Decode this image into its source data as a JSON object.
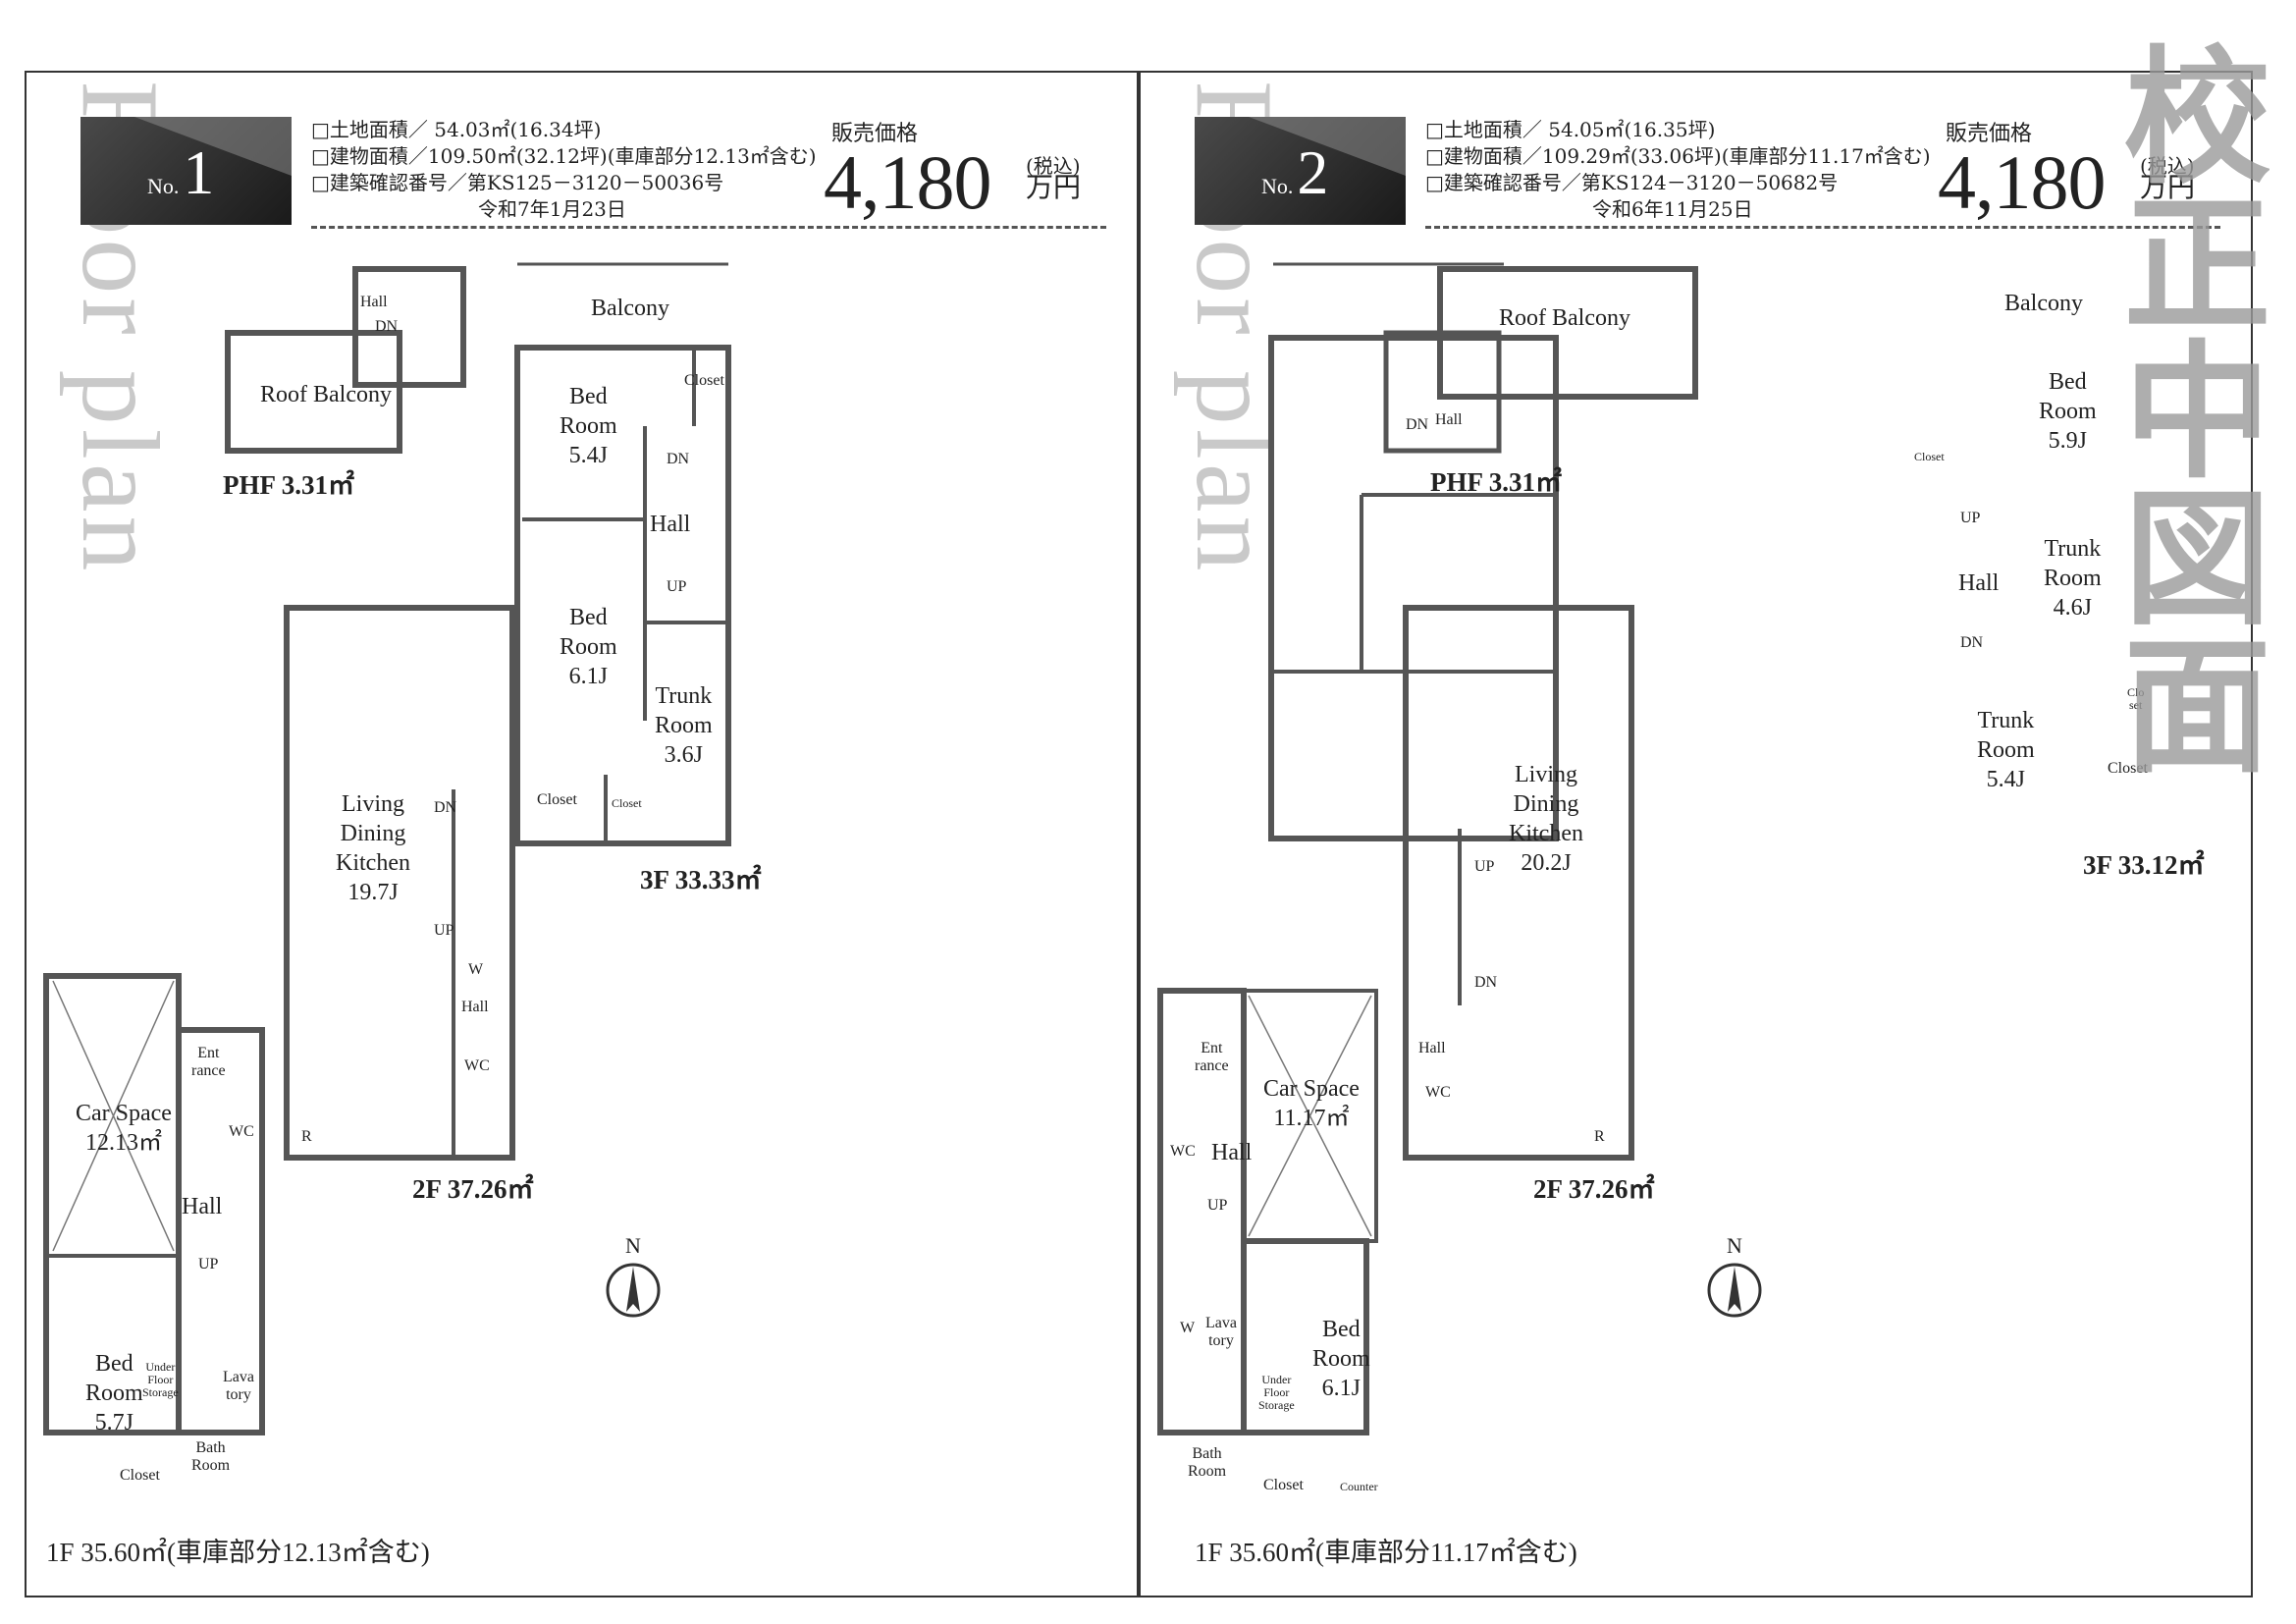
{
  "panels": [
    {
      "watermark": "Floor plan",
      "no_prefix": "No.",
      "no": "1",
      "land_area": "□土地面積／ 54.03㎡(16.34坪)",
      "building_area": "□建物面積／109.50㎡(32.12坪)(車庫部分12.13㎡含む)",
      "permit": "□建築確認番号／第KS125－3120－50036号",
      "permit_date": "令和7年1月23日",
      "price_label": "販売価格",
      "price": "4,180",
      "tax": "(税込)",
      "unit": "万円",
      "rooms": {
        "roof_balcony": "Roof Balcony",
        "hall_phf": "Hall",
        "dn_phf": "DN",
        "phf": "PHF 3.31㎡",
        "balcony": "Balcony",
        "closet_3f_top": "Closet",
        "bed1": "Bed\nRoom\n5.4J",
        "bed2": "Bed\nRoom\n6.1J",
        "dn_3f": "DN",
        "hall_3f": "Hall",
        "up_3f": "UP",
        "trunk": "Trunk\nRoom\n3.6J",
        "closet_3f": "Closet",
        "closet_3f_small": "Closet",
        "area_3f": "3F 33.33㎡",
        "ldk": "Living\nDining\nKitchen\n19.7J",
        "dn_2f": "DN",
        "up_2f": "UP",
        "w_2f": "W",
        "hall_2f": "Hall",
        "wc_2f": "WC",
        "r_2f": "R",
        "area_2f": "2F 37.26㎡",
        "car": "Car Space\n12.13㎡",
        "entrance": "Ent\nrance",
        "wc_1f": "WC",
        "hall_1f": "Hall",
        "up_1f": "UP",
        "bed_1f": "Bed\nRoom\n5.7J",
        "under_floor": "Under\nFloor\nStorage",
        "lava": "Lava\ntory",
        "bath": "Bath\nRoom",
        "closet_1f": "Closet",
        "area_1f": "1F 35.60㎡(車庫部分12.13㎡含む)"
      },
      "north": "N"
    },
    {
      "watermark": "Floor plan",
      "no_prefix": "No.",
      "no": "2",
      "land_area": "□土地面積／ 54.05㎡(16.35坪)",
      "building_area": "□建物面積／109.29㎡(33.06坪)(車庫部分11.17㎡含む)",
      "permit": "□建築確認番号／第KS124－3120－50682号",
      "permit_date": "令和6年11月25日",
      "price_label": "販売価格",
      "price": "4,180",
      "tax": "(税込)",
      "unit": "万円",
      "rooms": {
        "roof_balcony": "Roof Balcony",
        "dn_phf": "DN",
        "hall_phf": "Hall",
        "phf": "PHF 3.31㎡",
        "balcony": "Balcony",
        "bed1": "Bed\nRoom\n5.9J",
        "closet_3f_a": "Closet",
        "up_3f": "UP",
        "hall_3f": "Hall",
        "dn_3f": "DN",
        "trunk1": "Trunk\nRoom\n4.6J",
        "closet_3f_b": "Clo\nset",
        "trunk2": "Trunk\nRoom\n5.4J",
        "closet_3f_c": "Closet",
        "area_3f": "3F 33.12㎡",
        "ldk": "Living\nDining\nKitchen\n20.2J",
        "up_2f": "UP",
        "dn_2f": "DN",
        "hall_2f": "Hall",
        "wc_2f": "WC",
        "r_2f": "R",
        "area_2f": "2F 37.26㎡",
        "entrance": "Ent\nrance",
        "car": "Car Space\n11.17㎡",
        "wc_1f": "WC",
        "hall_1f": "Hall",
        "up_1f": "UP",
        "w_1f": "W",
        "lava": "Lava\ntory",
        "bed_1f": "Bed\nRoom\n6.1J",
        "under_floor": "Under\nFloor\nStorage",
        "bath": "Bath\nRoom",
        "closet_1f": "Closet",
        "counter": "Counter",
        "area_1f": "1F 35.60㎡(車庫部分11.17㎡含む)"
      },
      "north": "N"
    }
  ],
  "stamp": "校正中図面"
}
